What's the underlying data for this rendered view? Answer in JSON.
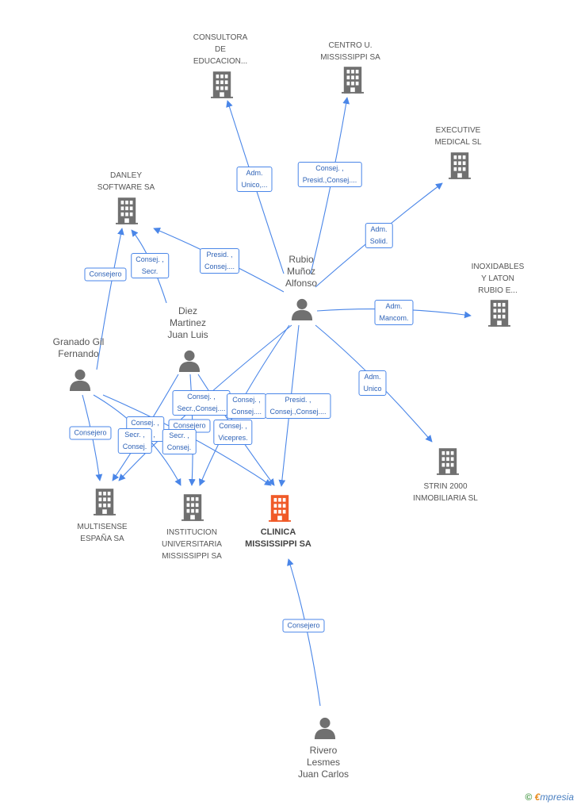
{
  "colors": {
    "edge": "#4a86e8",
    "company": "#707070",
    "focus_company": "#f05a28",
    "person": "#707070"
  },
  "nodes": [
    {
      "id": "consultora",
      "type": "company",
      "label": "CONSULTORA\nDE\nEDUCACION..."
    },
    {
      "id": "centro",
      "type": "company",
      "label": "CENTRO U.\nMISSISSIPPI SA"
    },
    {
      "id": "executive",
      "type": "company",
      "label": "EXECUTIVE\nMEDICAL SL"
    },
    {
      "id": "danley",
      "type": "company",
      "label": "DANLEY\nSOFTWARE SA"
    },
    {
      "id": "inoxidables",
      "type": "company",
      "label": "INOXIDABLES\nY LATON\nRUBIO E..."
    },
    {
      "id": "strin",
      "type": "company",
      "label": "STRIN 2000\nINMOBILIARIA SL"
    },
    {
      "id": "multisense",
      "type": "company",
      "label": "MULTISENSE\nESPAÑA SA"
    },
    {
      "id": "institucion",
      "type": "company",
      "label": "INSTITUCION\nUNIVERSITARIA\nMISSISSIPPI SA"
    },
    {
      "id": "clinica",
      "type": "focus",
      "label": "CLINICA\nMISSISSIPPI SA"
    },
    {
      "id": "rubio",
      "type": "person",
      "label": "Rubio\nMuñoz\nAlfonso"
    },
    {
      "id": "diez",
      "type": "person",
      "label": "Diez\nMartinez\nJuan Luis"
    },
    {
      "id": "granado",
      "type": "person",
      "label": "Granado Gil\nFernando"
    },
    {
      "id": "rivero",
      "type": "person",
      "label": "Rivero\nLesmes\nJuan Carlos"
    }
  ],
  "edge_labels": [
    {
      "id": "rubio-consultora",
      "text": "Adm.\nUnico,..."
    },
    {
      "id": "rubio-centro",
      "text": "Consej. ,\nPresid.,Consej...."
    },
    {
      "id": "rubio-executive",
      "text": "Adm.\nSolid."
    },
    {
      "id": "rubio-danley",
      "text": "Presid. ,\nConsej...."
    },
    {
      "id": "rubio-inoxidables",
      "text": "Adm.\nMancom."
    },
    {
      "id": "rubio-strin",
      "text": "Adm.\nUnico"
    },
    {
      "id": "granado-danley",
      "text": "Consejero"
    },
    {
      "id": "diez-danley",
      "text": "Consej. ,\nSecr."
    },
    {
      "id": "diez-multisense",
      "text": "Consej. ,\nSecr.,Consej...."
    },
    {
      "id": "rubio-multisense",
      "text": "Consej. ,\nConsej...."
    },
    {
      "id": "rubio-clinica",
      "text": "Presid. ,\nConsej.,Consej...."
    },
    {
      "id": "granado-multisense",
      "text": "Consejero"
    },
    {
      "id": "granado-institucion",
      "text": "Consej. ,\nSecr. ,"
    },
    {
      "id": "granado-clinica",
      "text": "Secr. ,\nConsej."
    },
    {
      "id": "diez-institucion",
      "text": "Consejero"
    },
    {
      "id": "diez-clinica",
      "text": "Secr. ,\nConsej."
    },
    {
      "id": "rubio-institucion",
      "text": "Consej. ,\nVicepres."
    },
    {
      "id": "rivero-clinica",
      "text": "Consejero"
    }
  ],
  "watermark": {
    "copyright": "©",
    "brand_initial": "€",
    "brand_rest": "mpresia"
  }
}
